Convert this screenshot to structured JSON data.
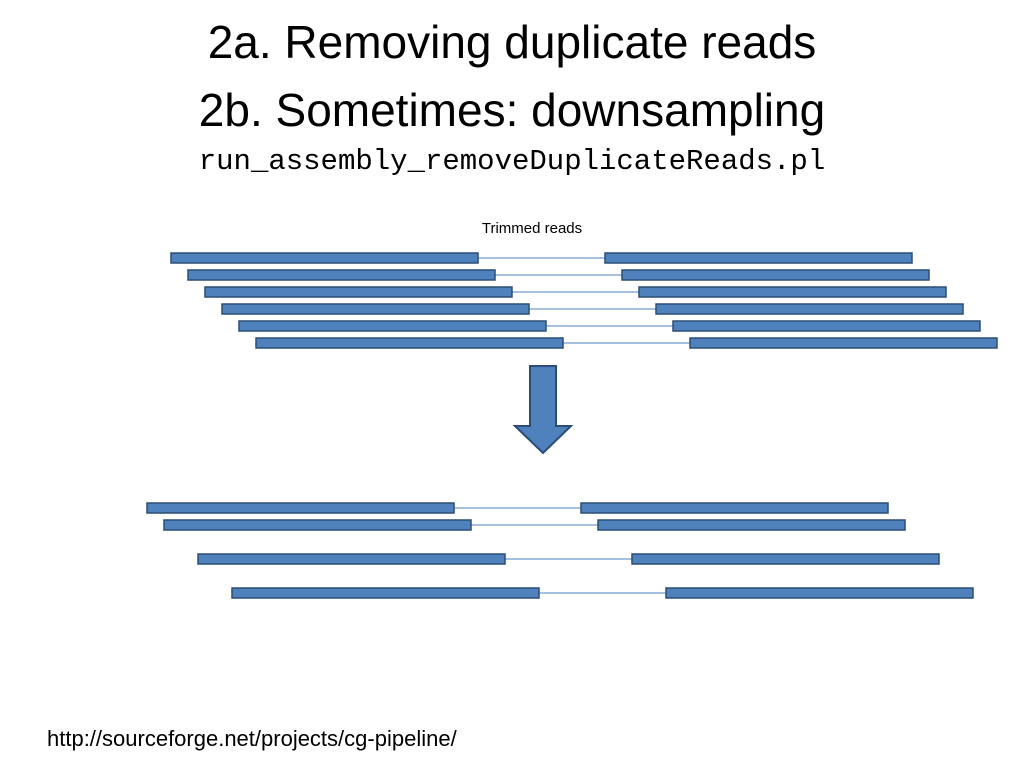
{
  "slide": {
    "title_line1": "2a. Removing duplicate reads",
    "title_line2": "2b. Sometimes: downsampling",
    "script_name": "run_assembly_removeDuplicateReads.pl",
    "diagram_label": "Trimmed reads",
    "footer_url": "http://sourceforge.net/projects/cg-pipeline/"
  },
  "colors": {
    "read_fill": "#4f81bd",
    "read_stroke": "#2c4d75",
    "link_line": "#4f81bd",
    "arrow_fill": "#4f81bd",
    "arrow_stroke": "#2c4d75"
  },
  "diagram": {
    "before_pair_count": 6,
    "after_pair_count": 4
  }
}
